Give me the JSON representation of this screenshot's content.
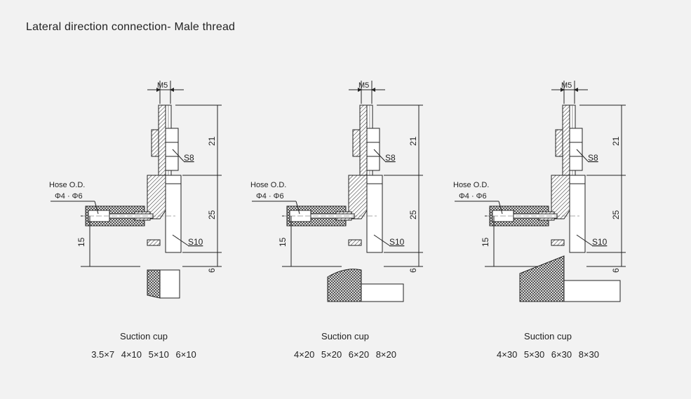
{
  "page": {
    "title": "Lateral direction connection- Male thread"
  },
  "labels": {
    "thread": "M5",
    "hose_title": "Hose O.D.",
    "hose_sizes": "Φ4 · Φ6",
    "hex_upper": "S8",
    "hex_lower": "S10",
    "dim_top": "21",
    "dim_mid": "25",
    "dim_bot": "6",
    "dim_hose": "15"
  },
  "panels": [
    {
      "caption": "Suction cup",
      "sizes": "3.5×7  4×10  5×10  6×10",
      "cup": "small"
    },
    {
      "caption": "Suction cup",
      "sizes": "4×20  5×20  6×20  8×20",
      "cup": "medium"
    },
    {
      "caption": "Suction cup",
      "sizes": "4×30  5×30  6×30  8×30",
      "cup": "large"
    }
  ]
}
